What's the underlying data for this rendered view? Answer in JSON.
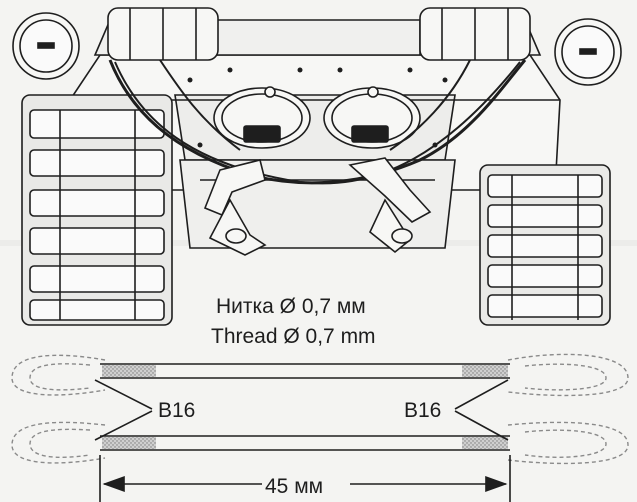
{
  "captions": {
    "ru": "Нитка Ø 0,7 мм",
    "en": "Thread Ø 0,7 mm"
  },
  "parts": {
    "left": "B16",
    "right": "B16"
  },
  "dimension": "45 мм"
}
